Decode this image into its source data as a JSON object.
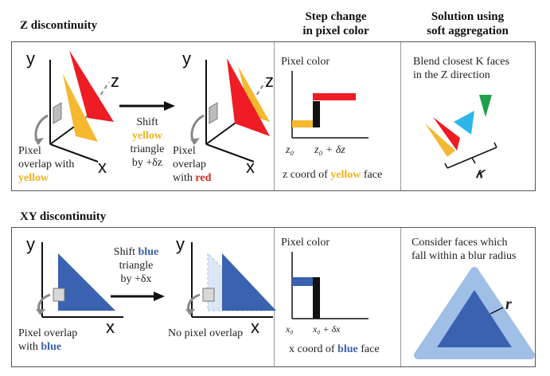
{
  "headers": {
    "z_title": "Z discontinuity",
    "step_title": "Step change\nin pixel color",
    "solution_title": "Solution using\nsoft aggregation",
    "xy_title": "XY discontinuity"
  },
  "z_panel": {
    "axis_y": "y",
    "axis_z": "z",
    "axis_x": "x",
    "left_caption_1": "Pixel",
    "left_caption_2": "overlap with",
    "left_caption_3": "yellow",
    "shift_1": "Shift",
    "shift_2": "yellow",
    "shift_3": "triangle",
    "shift_4": "by +δz",
    "right_caption_1": "Pixel",
    "right_caption_2": "overlap",
    "right_caption_3": "with",
    "right_caption_4": "red",
    "graph_title": "Pixel color",
    "tick_z0": "z₀",
    "tick_z0dz": "z₀ + δz",
    "graph_caption_1": "z coord of",
    "graph_caption_2": "yellow",
    "graph_caption_3": "face",
    "solution_text_1": "Blend closest K faces",
    "solution_text_2": "in the Z direction",
    "kappa": "𝜅"
  },
  "xy_panel": {
    "axis_y": "y",
    "axis_x": "x",
    "left_caption_1": "Pixel overlap",
    "left_caption_2": "with",
    "left_caption_3": "blue",
    "shift_1": "Shift",
    "shift_2": "blue",
    "shift_3": "triangle",
    "shift_4": "by +δx",
    "right_caption": "No pixel overlap",
    "graph_title": "Pixel color",
    "tick_x0": "x₀",
    "tick_x0dx": "x₀ + δx",
    "graph_caption_1": "x coord of",
    "graph_caption_2": "blue",
    "graph_caption_3": "face",
    "solution_text_1": "Consider faces which",
    "solution_text_2": "fall within a blur radius",
    "radius": "r"
  },
  "colors": {
    "yellow": "#f5b82e",
    "red": "#ee1c25",
    "blue": "#3a62b0",
    "light_blue": "#9fbfe6",
    "green": "#1fa04a",
    "cyan": "#2bb6e8",
    "gray": "#bdbdbd"
  }
}
